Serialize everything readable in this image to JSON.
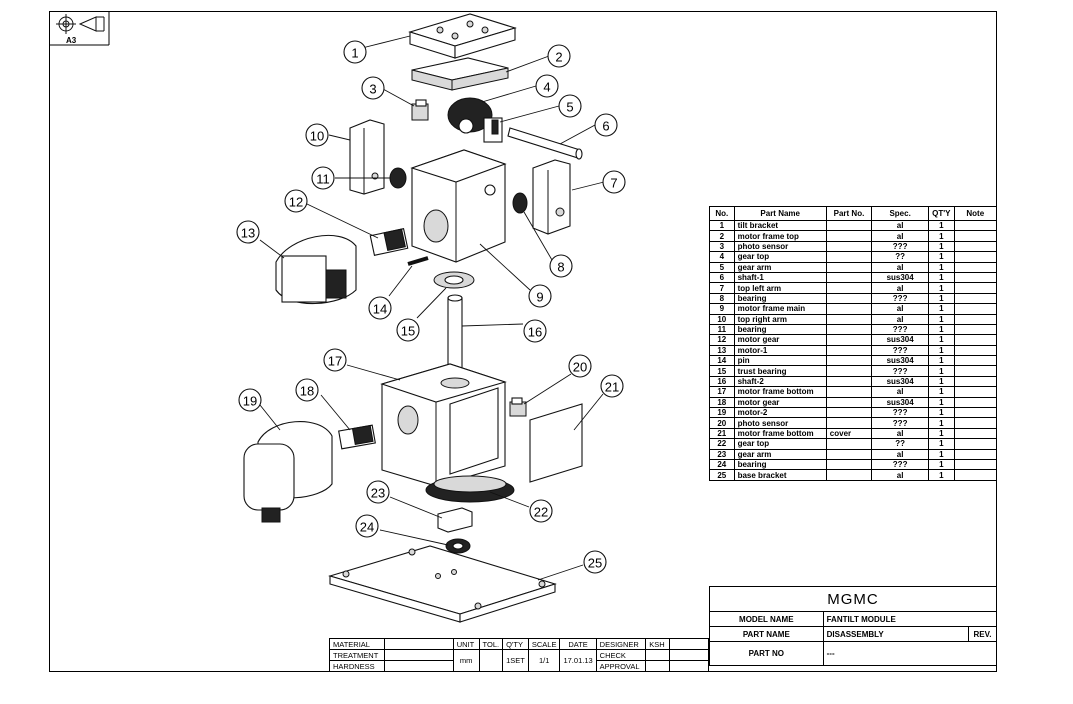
{
  "sheet": {
    "size_label": "A3"
  },
  "parts_list": {
    "headers": [
      "No.",
      "Part Name",
      "Part No.",
      "Spec.",
      "QT'Y",
      "Note"
    ],
    "rows": [
      [
        "1",
        "tilt bracket",
        "",
        "al",
        "1",
        ""
      ],
      [
        "2",
        "motor frame top",
        "",
        "al",
        "1",
        ""
      ],
      [
        "3",
        "photo sensor",
        "",
        "???",
        "1",
        ""
      ],
      [
        "4",
        "gear top",
        "",
        "??",
        "1",
        ""
      ],
      [
        "5",
        "gear arm",
        "",
        "al",
        "1",
        ""
      ],
      [
        "6",
        "shaft-1",
        "",
        "sus304",
        "1",
        ""
      ],
      [
        "7",
        "top left arm",
        "",
        "al",
        "1",
        ""
      ],
      [
        "8",
        "bearing",
        "",
        "???",
        "1",
        ""
      ],
      [
        "9",
        "motor frame main",
        "",
        "al",
        "1",
        ""
      ],
      [
        "10",
        "top right arm",
        "",
        "al",
        "1",
        ""
      ],
      [
        "11",
        "bearing",
        "",
        "???",
        "1",
        ""
      ],
      [
        "12",
        "motor gear",
        "",
        "sus304",
        "1",
        ""
      ],
      [
        "13",
        "motor-1",
        "",
        "???",
        "1",
        ""
      ],
      [
        "14",
        "pin",
        "",
        "sus304",
        "1",
        ""
      ],
      [
        "15",
        "trust bearing",
        "",
        "???",
        "1",
        ""
      ],
      [
        "16",
        "shaft-2",
        "",
        "sus304",
        "1",
        ""
      ],
      [
        "17",
        "motor frame bottom",
        "",
        "al",
        "1",
        ""
      ],
      [
        "18",
        "motor gear",
        "",
        "sus304",
        "1",
        ""
      ],
      [
        "19",
        "motor-2",
        "",
        "???",
        "1",
        ""
      ],
      [
        "20",
        "photo sensor",
        "",
        "???",
        "1",
        ""
      ],
      [
        "21",
        "motor frame bottom",
        "cover",
        "al",
        "1",
        ""
      ],
      [
        "22",
        "gear top",
        "",
        "??",
        "1",
        ""
      ],
      [
        "23",
        "gear arm",
        "",
        "al",
        "1",
        ""
      ],
      [
        "24",
        "bearing",
        "",
        "???",
        "1",
        ""
      ],
      [
        "25",
        "base bracket",
        "",
        "al",
        "1",
        ""
      ]
    ]
  },
  "title_block": {
    "company": "MGMC",
    "model_name_label": "MODEL NAME",
    "model_name": "FANTILT MODULE",
    "part_name_label": "PART NAME",
    "part_name": "DISASSEMBLY",
    "rev_label": "REV.",
    "part_no_label": "PART NO",
    "part_no": "---"
  },
  "spec_block": {
    "material_label": "MATERIAL",
    "treatment_label": "TREATMENT",
    "hardness_label": "HARDNESS",
    "unit_label": "UNIT",
    "unit": "mm",
    "tol_label": "TOL.",
    "qty_label": "Q'TY",
    "qty": "1SET",
    "scale_label": "SCALE",
    "scale": "1/1",
    "date_label": "DATE",
    "date": "17.01.13",
    "designer_label": "DESIGNER",
    "designer": "KSH",
    "check_label": "CHECK",
    "approval_label": "APPROVAL"
  },
  "balloons": [
    "1",
    "2",
    "3",
    "4",
    "5",
    "6",
    "7",
    "8",
    "9",
    "10",
    "11",
    "12",
    "13",
    "14",
    "15",
    "16",
    "17",
    "18",
    "19",
    "20",
    "21",
    "22",
    "23",
    "24",
    "25"
  ]
}
